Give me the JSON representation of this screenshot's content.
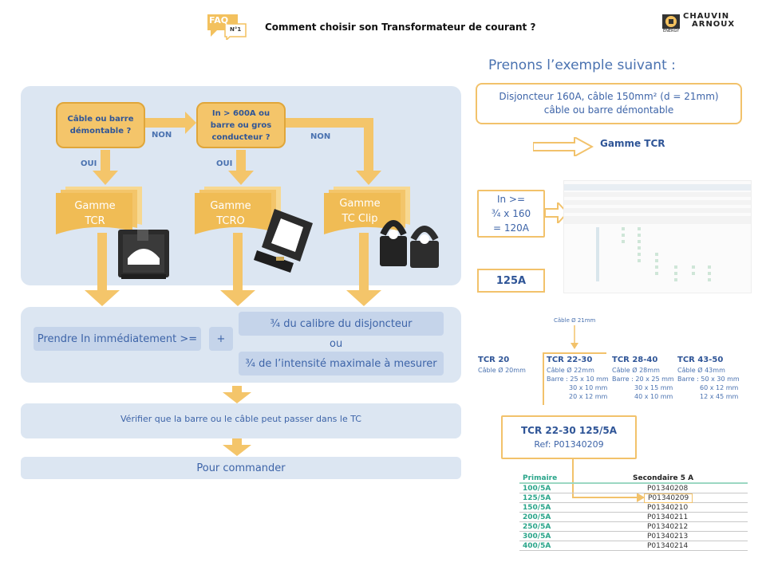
{
  "header": {
    "faq_label": "FAQ",
    "faq_number": "N°1",
    "title": "Comment choisir son Transformateur de courant ?",
    "logo_line1": "CHAUVIN",
    "logo_line2": "ARNOUX",
    "logo_sub": "ENERGY"
  },
  "flow": {
    "q1": "Câble ou barre démontable ?",
    "q2": "In > 600A ou barre ou gros conducteur ?",
    "non1": "NON",
    "non2": "NON",
    "oui1": "OUI",
    "oui2": "OUI",
    "g1_line1": "Gamme",
    "g1_line2": "TCR",
    "g2_line1": "Gamme",
    "g2_line2": "TCRO",
    "g3_line1": "Gamme",
    "g3_line2": "TC Clip",
    "take": "Prendre In immédiatement >=",
    "plus": "+",
    "opt1": "¾ du calibre du disjoncteur",
    "or": "ou",
    "opt2": "¾ de l’intensité maximale à mesurer",
    "verify": "Vérifier que la barre ou le câble peut passer dans le TC",
    "order": "Pour commander"
  },
  "example": {
    "heading": "Prenons l’exemple suivant :",
    "case_line1": "Disjoncteur 160A, câble 150mm² (d = 21mm)",
    "case_line2": "câble ou barre démontable",
    "gamme": "Gamme TCR",
    "calc_line1": "In >=",
    "calc_line2": "¾ x 160",
    "calc_line3": "= 120A",
    "result": "125A",
    "cable_note": "Câble Ø 21mm",
    "models": [
      {
        "name": "TCR 20",
        "l1": "Câble Ø 20mm",
        "l2": "",
        "l3": "",
        "l4": ""
      },
      {
        "name": "TCR 22-30",
        "l1": "Câble Ø 22mm",
        "l2": "Barre : 25 x 10 mm",
        "l3": "30 x 10 mm",
        "l4": "20 x 12 mm"
      },
      {
        "name": "TCR 28-40",
        "l1": "Câble Ø 28mm",
        "l2": "Barre : 20 x 25 mm",
        "l3": "30 x 15 mm",
        "l4": "40 x 10 mm"
      },
      {
        "name": "TCR 43-50",
        "l1": "Câble Ø 43mm",
        "l2": "Barre : 50 x 30 mm",
        "l3": "60 x 12 mm",
        "l4": "12 x 45 mm"
      }
    ],
    "final_line1": "TCR 22-30 125/5A",
    "final_line2": "Ref: P01340209"
  },
  "ref_table": {
    "col1": "Primaire",
    "col2": "Secondaire 5 A",
    "rows": [
      [
        "100/5A",
        "P01340208"
      ],
      [
        "125/5A",
        "P01340209"
      ],
      [
        "150/5A",
        "P01340210"
      ],
      [
        "200/5A",
        "P01340211"
      ],
      [
        "250/5A",
        "P01340212"
      ],
      [
        "300/5A",
        "P01340213"
      ],
      [
        "400/5A",
        "P01340214"
      ]
    ]
  },
  "colors": {
    "panel": "#dce6f2",
    "orange": "#f4c56a",
    "blue_text": "#3d64a8",
    "arrow": "#f6cf7e"
  }
}
